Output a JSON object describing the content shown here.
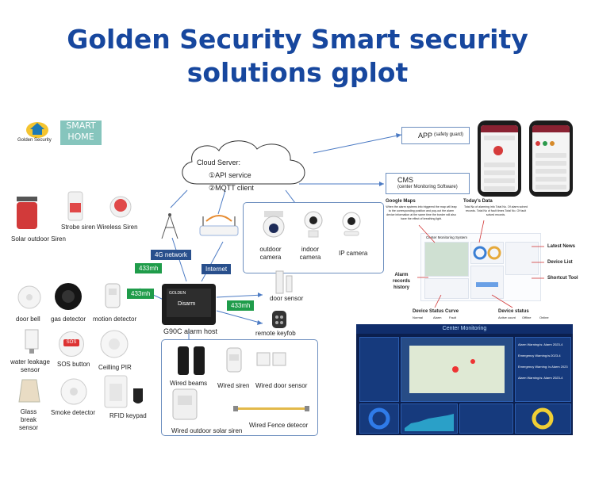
{
  "title_line1": "Golden Security Smart security",
  "title_line2": "solutions gplot",
  "logo": {
    "brand": "Golden Security",
    "badge": "SMART HOME",
    "icon": "house-logo-icon"
  },
  "cloud": {
    "title": "Cloud Server:",
    "item1": "①API service",
    "item2": "②MQTT client"
  },
  "app": {
    "label": "APP",
    "sub": "(safety guard)"
  },
  "cms": {
    "label": "CMS",
    "sub": "(center Monitoring Software)"
  },
  "links": {
    "network_4g": "4G network",
    "freq1": "433mh",
    "freq2": "433mh",
    "freq3": "433mh",
    "internet": "Internet"
  },
  "sirens": [
    "Solar outdoor Siren",
    "Strobe siren",
    "Wireless Siren"
  ],
  "cameras": [
    "outdoor camera",
    "indoor camera",
    "IP camera"
  ],
  "host": {
    "label": "G90C alarm host",
    "screen_brand": "GOLDEN",
    "screen_text": "Disarm"
  },
  "door_sensor": "door sensor",
  "remote_keyfob": "remote keyfob",
  "wireless_devices": [
    "door bell",
    "gas detector",
    "motion detector",
    "water leakage sensor",
    "SOS button",
    "Ceilling PIR",
    "Glass break sensor",
    "Smoke detector",
    "RFID keypad"
  ],
  "sos_text": "SOS",
  "wired_devices": [
    "Wired beams",
    "Wired siren",
    "Wired door sensor",
    "Wired outdoor solar siren",
    "Wired Fence detecor"
  ],
  "cms_screen": {
    "google_maps": "Google Maps",
    "google_maps_desc": "When the alarm systems info triggered the map will leap to the corresponding position and pop-out the alarm device information at the same time the border will also have the effect of breathing light.",
    "todays_data": "Today's Data",
    "todays_data_desc": "Total No of alarming info Total No. Of alarm solved records. Total No of fault times Total No. Of fault solved records.",
    "center_system": "Center Monitoring System",
    "latest_news": "Latest News",
    "device_list": "Device List",
    "shortcut_tool": "Shortcut Tool",
    "alarm_records": "Alarm records history",
    "device_status_curve": "Device Status Curve",
    "device_status": "Device status",
    "legend_curve": [
      "Normal",
      "Alarm",
      "Fault"
    ],
    "legend_status": [
      "Active count",
      "Offline",
      "Online"
    ]
  },
  "monitor": {
    "title": "Center Monitoring",
    "news": [
      "Alarm Warning:is: Alarm 2023-4",
      "Emergency Warning:is:2023-4",
      "Emergency Warning: is Alarm 2023",
      "Alarm Warning:is: Alarm 2023-4"
    ]
  },
  "colors": {
    "title": "#17479e",
    "green_tag": "#1f9c4a",
    "blue_tag": "#284f8c",
    "monitor_bg": "#0b1f4e",
    "line": "#4c7bc4"
  }
}
